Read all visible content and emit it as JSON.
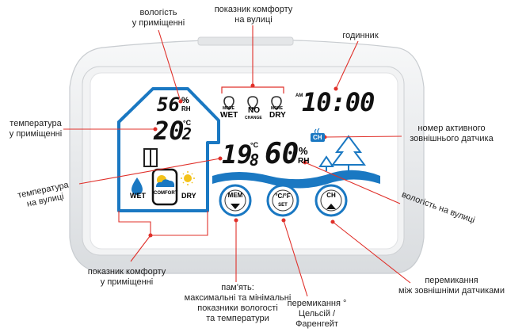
{
  "labels": {
    "indoor_humidity": "вологість\nу приміщенні",
    "outdoor_comfort": "показник комфорту\nна вулиці",
    "clock": "годинник",
    "indoor_temperature": "температура\nу приміщенні",
    "active_sensor": "номер активного\nзовнішнього датчика",
    "outdoor_temperature": "температура\nна вулиці",
    "outdoor_humidity": "вологість на вулиці",
    "indoor_comfort": "показник комфорту\nу приміщенні",
    "memory": "пам'ять:\nмаксимальні та мінімальні\nпоказники вологості\nта температури",
    "unit_switch": "перемикання °\nЦельсій /\nФаренгейт",
    "sensor_switch": "перемикання\nміж зовнішніми датчиками"
  },
  "display": {
    "indoor_humidity": "56",
    "indoor_humidity_unit": "%",
    "indoor_humidity_rh": "RH",
    "indoor_temp_int": "20",
    "indoor_temp_dec": "2",
    "indoor_temp_unit": "°C",
    "outdoor_temp_int": "19",
    "outdoor_temp_dec": "8",
    "outdoor_temp_unit": "°C",
    "outdoor_humidity": "60",
    "outdoor_humidity_unit": "%",
    "outdoor_humidity_rh": "RH",
    "am": "AM",
    "clock": "10:00",
    "channel": "CH",
    "outdoor_comfort": {
      "wet_top": "MORE",
      "wet": "WET",
      "no": "NO",
      "no_sub": "CHANGE",
      "dry_top": "MORE",
      "dry": "DRY"
    },
    "indoor_comfort": {
      "wet": "WET",
      "comfort": "COMFORT",
      "dry": "DRY"
    }
  },
  "buttons": {
    "mem": "MEM",
    "unit": "°C/°F",
    "unit_sub": "SET",
    "ch": "CH"
  },
  "colors": {
    "lcd_blue": "#1a78c2",
    "arrow_red": "#e0302a",
    "body": "#eceef0",
    "sun": "#f3c21a"
  }
}
